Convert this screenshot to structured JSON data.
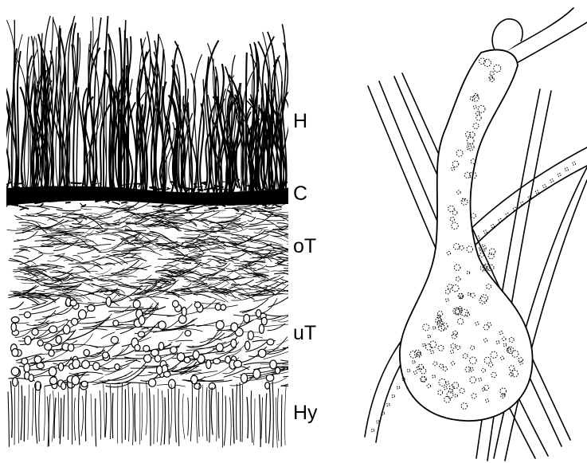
{
  "figure": {
    "left_panel": {
      "layer_labels": [
        "H",
        "C",
        "oT",
        "uT",
        "Hy"
      ]
    },
    "ink_color": "#000000",
    "paper_color": "#ffffff"
  }
}
